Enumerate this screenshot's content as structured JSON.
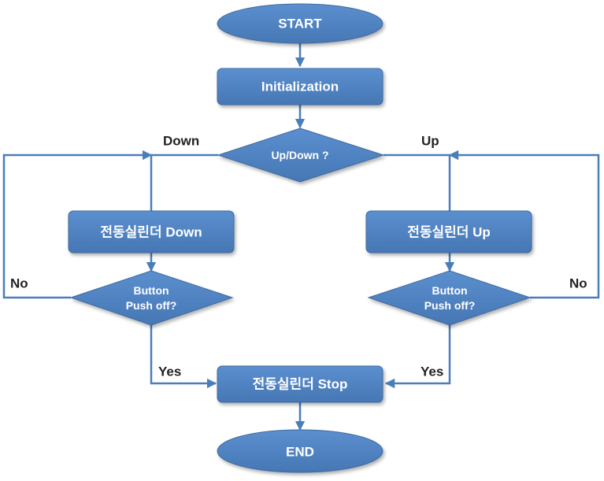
{
  "nodes": {
    "start": "START",
    "init": "Initialization",
    "decision_updown": "Up/Down ?",
    "cyl_down": "전동실린더 Down",
    "cyl_up": "전동실린더 Up",
    "btn_left": [
      "Button",
      "Push off?"
    ],
    "btn_right": [
      "Button",
      "Push off?"
    ],
    "stop": "전동실린더 Stop",
    "end": "END"
  },
  "edges": {
    "down": "Down",
    "up": "Up",
    "no_left": "No",
    "no_right": "No",
    "yes_left": "Yes",
    "yes_right": "Yes"
  },
  "colors": {
    "node_fill": "#4f81bd",
    "node_stroke": "#3d6a9e",
    "connector": "#4a7ebb"
  }
}
